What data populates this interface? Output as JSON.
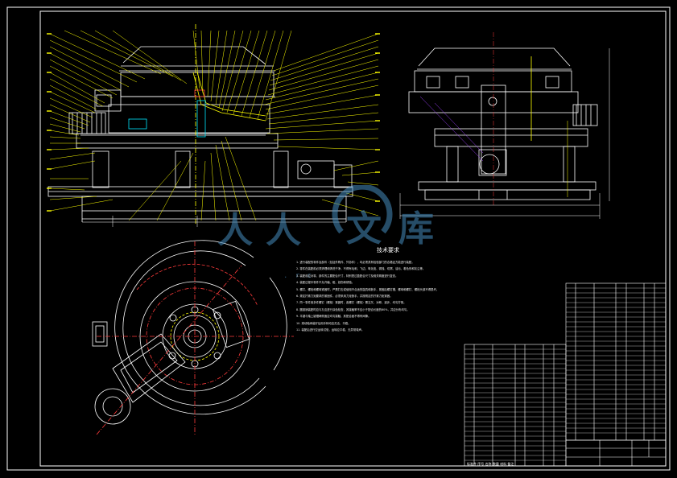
{
  "watermark": {
    "chars": [
      "人",
      "人",
      "文",
      "库"
    ],
    "url": ". r c"
  },
  "technical_requirements": {
    "title": "技术要求",
    "items": [
      "1. 进行装配的零件及部件（包括外购件、外协件），均必须具有检验部门的合格证方能进行装配。",
      "2. 零件在装配前必须清理和清洗干净，不得有毛刺、飞边、氧化皮、锈蚀、切屑、油污、着色剂和灰尘等。",
      "3. 装配前应对零、部件的主要配合尺寸，特别是过盈配合尺寸及相关精度进行复查。",
      "4. 装配过程中零件不允许磕、碰、划伤和锈蚀。",
      "5. 螺钉、螺栓和螺母紧固时，严禁打击或使用不合适的旋具和扳手，紧固后螺钉槽、螺母和螺钉、螺栓头部不得损坏。",
      "6. 规定拧紧力矩要求的紧固件，必须采用力矩扳手，并按规定的拧紧力矩紧固。",
      "7. 同一零件用多件螺钉（螺栓）紧固时，各螺钉（螺栓）需交叉、对称、逐步、均匀拧紧。",
      "8. 圆锥销装配时应与孔应进行涂色检查，其接触率不应小于配合长度的60%，并应分布均匀。",
      "9. 平键与轴上键槽两侧面应均匀接触，其配合面不得有间隙。",
      "10. 滚动轴承装好后用手转动应灵活、平稳。",
      "11. 装配后进行空运转试验，运转应平稳，无异常噪声。"
    ]
  },
  "sheet": {
    "notes": "标准件  序号  名称  数量  材料  备注"
  },
  "colors": {
    "background": "#000000",
    "outline": "#ffffff",
    "leader": "#ffff00",
    "center": "#ff3b3b",
    "accent": "#00e5ff",
    "watermark": "#4a8cbe"
  }
}
